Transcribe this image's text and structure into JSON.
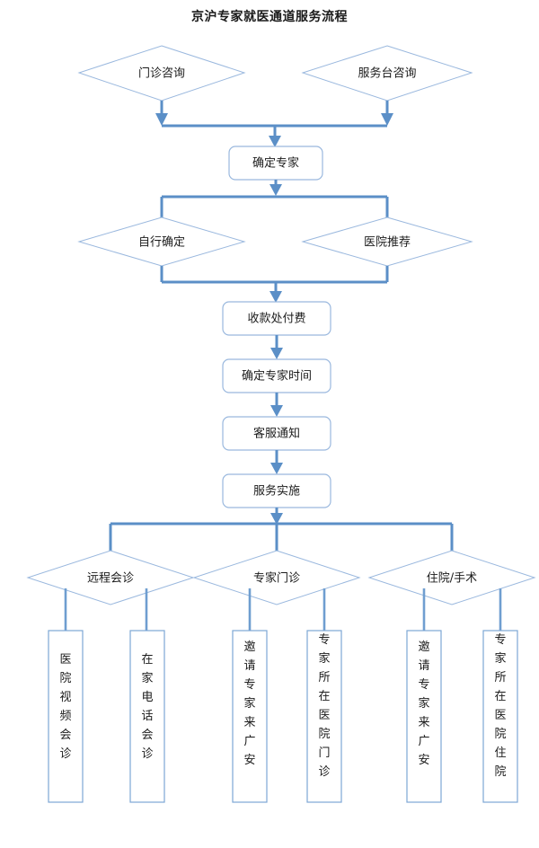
{
  "title": "京沪专家就医通道服务流程",
  "theme": {
    "background": "#ffffff",
    "connector": "#5b8fc7",
    "diamond_stroke": "#9ab8de",
    "box_stroke": "#9ab8de",
    "vbox_stroke": "#7da7d4",
    "text": "#1b1b1b"
  },
  "nodes": {
    "entry_left": {
      "label": "门诊咨询",
      "shape": "diamond"
    },
    "entry_right": {
      "label": "服务台咨询",
      "shape": "diamond"
    },
    "confirm_expert": {
      "label": "确定专家",
      "shape": "rounded-box"
    },
    "choice_self": {
      "label": "自行确定",
      "shape": "diamond"
    },
    "choice_hospital": {
      "label": "医院推荐",
      "shape": "diamond"
    },
    "payment": {
      "label": "收款处付费",
      "shape": "rounded-box"
    },
    "confirm_time": {
      "label": "确定专家时间",
      "shape": "rounded-box"
    },
    "service_notice": {
      "label": "客服通知",
      "shape": "rounded-box"
    },
    "service_execute": {
      "label": "服务实施",
      "shape": "rounded-box"
    },
    "remote_consult": {
      "label": "远程会诊",
      "shape": "diamond"
    },
    "expert_clinic": {
      "label": "专家门诊",
      "shape": "diamond"
    },
    "inpatient_surgery": {
      "label": "住院/手术",
      "shape": "diamond"
    },
    "leaf_1": {
      "label": "医院视频会诊",
      "shape": "vertical-box"
    },
    "leaf_2": {
      "label": "在家电话会诊",
      "shape": "vertical-box"
    },
    "leaf_3": {
      "label": "邀请专家来广安",
      "shape": "vertical-box"
    },
    "leaf_4": {
      "label": "专家所在医院门诊",
      "shape": "vertical-box"
    },
    "leaf_5": {
      "label": "邀请专家来广安",
      "shape": "vertical-box"
    },
    "leaf_6": {
      "label": "专家所在医院住院",
      "shape": "vertical-box"
    }
  }
}
